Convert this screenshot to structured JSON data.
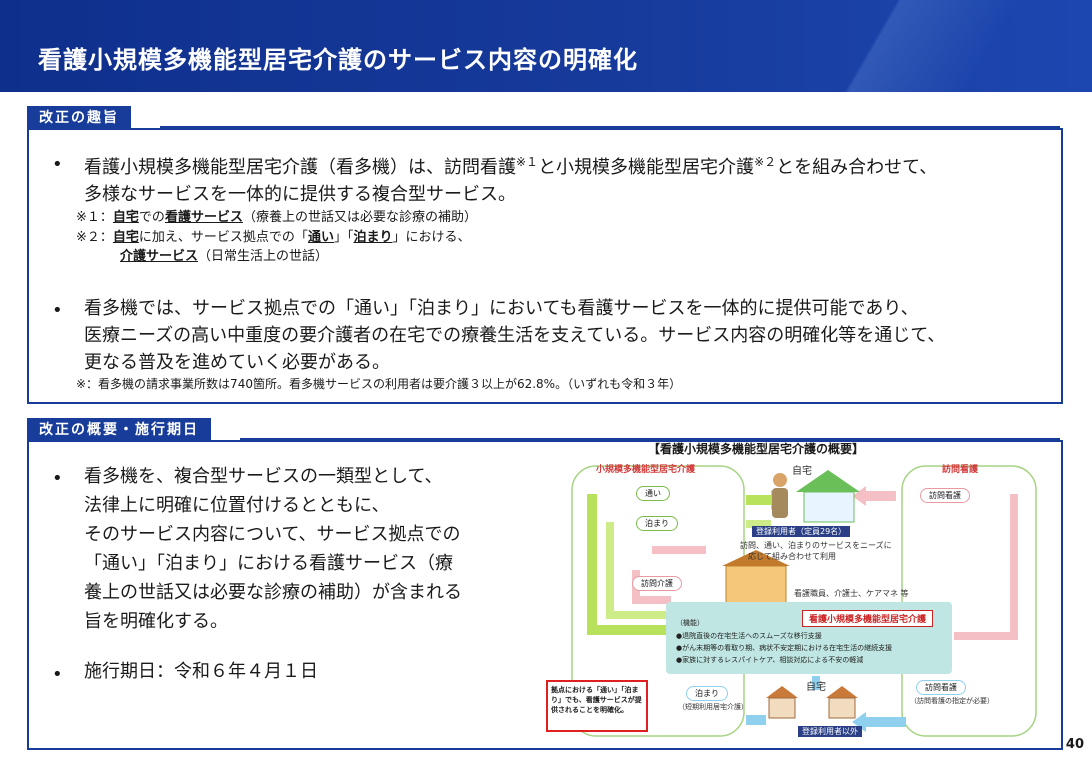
{
  "header": {
    "title": "看護小規模多機能型居宅介護のサービス内容の明確化"
  },
  "section1": {
    "label": "改正の趣旨",
    "bullet1_line1_a": "看護小規模多機能型居宅介護（看多機）は、訪問看護",
    "bullet1_sup1": "※１",
    "bullet1_line1_b": "と小規模多機能型居宅介護",
    "bullet1_sup2": "※２",
    "bullet1_line1_c": "とを組み合わせて、",
    "bullet1_line2": "多様なサービスを一体的に提供する複合型サービス。",
    "note1_prefix": "※１：",
    "note1_u1": "自宅",
    "note1_mid": "での",
    "note1_u2": "看護サービス",
    "note1_suffix": "（療養上の世話又は必要な診療の補助）",
    "note2_prefix": "※２：",
    "note2_u1": "自宅",
    "note2_mid1": "に加え、サービス拠点での「",
    "note2_u2": "通い",
    "note2_mid2": "」「",
    "note2_u3": "泊まり",
    "note2_mid3": "」における、",
    "note2_u4": "介護サービス",
    "note2_suffix": "（日常生活上の世話）",
    "bullet2_line1": "看多機では、サービス拠点での「通い」「泊まり」においても看護サービスを一体的に提供可能であり、",
    "bullet2_line2": "医療ニーズの高い中重度の要介護者の在宅での療養生活を支えている。サービス内容の明確化等を通じて、",
    "bullet2_line3": "更なる普及を進めていく必要がある。",
    "note3": "※：看多機の請求事業所数は740箇所。看多機サービスの利用者は要介護３以上が62.8%。（いずれも令和３年）"
  },
  "section2": {
    "label": "改正の概要・施行期日",
    "bullet1_lines": [
      "看多機を、複合型サービスの一類型として、",
      "法律上に明確に位置付けるとともに、",
      "そのサービス内容について、サービス拠点での",
      "「通い」「泊まり」における看護サービス（療",
      "養上の世話又は必要な診療の補助）が含まれる",
      "旨を明確化する。"
    ],
    "bullet2": "施行期日：令和６年４月１日"
  },
  "diagram": {
    "title": "【看護小規模多機能型居宅介護の概要】",
    "left_head": "小規模多機能型居宅介護",
    "right_head": "訪問看護",
    "home_top": "自宅",
    "registered": "登録利用者（定員29名）",
    "services_note_1": "訪問、通い、泊まりのサービスをニーズに",
    "services_note_2": "応じて組み合わせて利用",
    "pill_kayoi": "通い",
    "pill_tomari": "泊まり",
    "pill_houmon_kaigo": "訪問介護",
    "pill_houmon_kango": "訪問看護",
    "staff": "看護職員、介護士、ケアマネ 等",
    "center_title": "看護小規模多機能型居宅介護",
    "func_label": "（機能）",
    "func_1": "●退院直後の在宅生活へのスムーズな移行支援",
    "func_2": "●がん末期等の看取り期、病状不安定期における在宅生活の継続支援",
    "func_3": "●家族に対するレスパイトケア、相談対応による不安の軽減",
    "tomari_bottom": "泊まり",
    "tomari_bottom_sub": "（短期利用居宅介護）",
    "houmon_bottom": "訪問看護",
    "houmon_bottom_sub": "（訪問看護の指定が必要）",
    "home_bottom": "自宅",
    "non_registered": "登録利用者以外",
    "callout": "拠点における「通い」「泊まり」でも、看護サービスが提供されることを明確化。"
  },
  "page_number": "40"
}
